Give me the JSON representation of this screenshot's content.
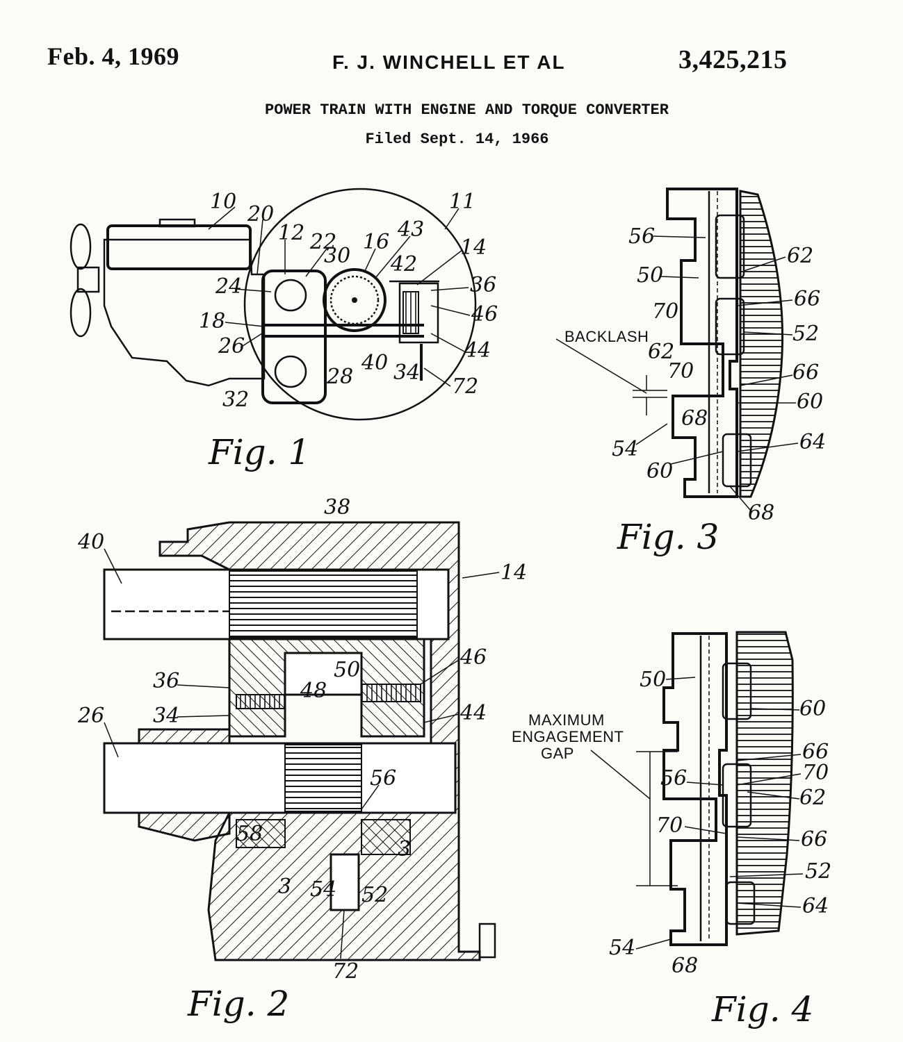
{
  "header": {
    "date": "Feb. 4, 1969",
    "inventor": "F. J. WINCHELL ET AL",
    "patent_number": "3,425,215",
    "title": "POWER TRAIN WITH ENGINE AND TORQUE CONVERTER",
    "filed": "Filed Sept. 14, 1966"
  },
  "figures": {
    "fig1": {
      "caption": "Fig. 1",
      "refs": [
        "10",
        "20",
        "12",
        "22",
        "16",
        "43",
        "11",
        "30",
        "14",
        "42",
        "36",
        "24",
        "46",
        "18",
        "26",
        "40",
        "34",
        "44",
        "28",
        "32",
        "72"
      ]
    },
    "fig2": {
      "caption": "Fig. 2",
      "refs": [
        "38",
        "40",
        "14",
        "36",
        "46",
        "50",
        "48",
        "34",
        "26",
        "44",
        "56",
        "58",
        "3",
        "3",
        "54",
        "52",
        "72"
      ]
    },
    "fig3": {
      "caption": "Fig. 3",
      "label_backlash": "BACKLASH",
      "refs": [
        "56",
        "62",
        "50",
        "66",
        "70",
        "52",
        "62",
        "70",
        "66",
        "60",
        "68",
        "64",
        "54",
        "60",
        "68"
      ]
    },
    "fig4": {
      "caption": "Fig. 4",
      "label_gap_1": "MAXIMUM",
      "label_gap_2": "ENGAGEMENT",
      "label_gap_3": "GAP",
      "refs": [
        "50",
        "60",
        "66",
        "70",
        "56",
        "62",
        "70",
        "66",
        "52",
        "64",
        "54",
        "68"
      ]
    }
  }
}
